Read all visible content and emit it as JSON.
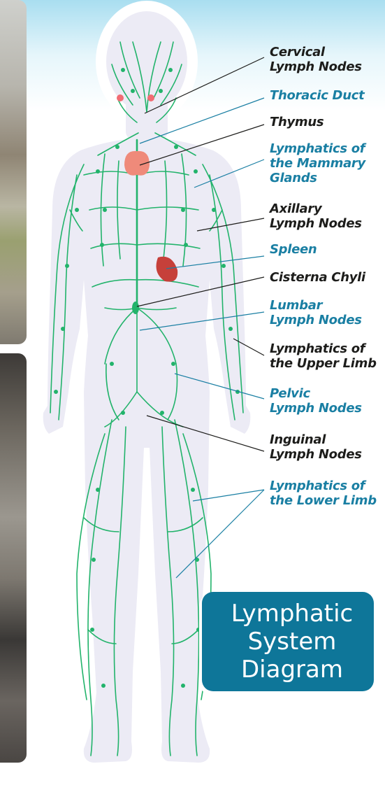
{
  "title": "Lymphatic\nSystem\nDiagram",
  "labels": {
    "cervical": "Cervical\nLymph Nodes",
    "thoracic_duct": "Thoracic Duct",
    "thymus": "Thymus",
    "mammary": "Lymphatics of\nthe Mammary\nGlands",
    "axillary": "Axillary\nLymph Nodes",
    "spleen": "Spleen",
    "cisterna": "Cisterna Chyli",
    "lumbar": "Lumbar\nLymph Nodes",
    "upper_limb": "Lymphatics of\nthe Upper Limb",
    "pelvic": "Pelvic\nLymph Nodes",
    "inguinal": "Inguinal\nLymph Nodes",
    "lower_limb": "Lymphatics of\nthe Lower Limb"
  },
  "colors": {
    "label_dark": "#1d1d1b",
    "label_blue": "#1a7fa3",
    "title_box": "#0e7699",
    "lymph_vessel": "#22b36b",
    "body_fill": "#ecebf5",
    "thymus": "#ef8a7a",
    "spleen": "#c6403a"
  }
}
